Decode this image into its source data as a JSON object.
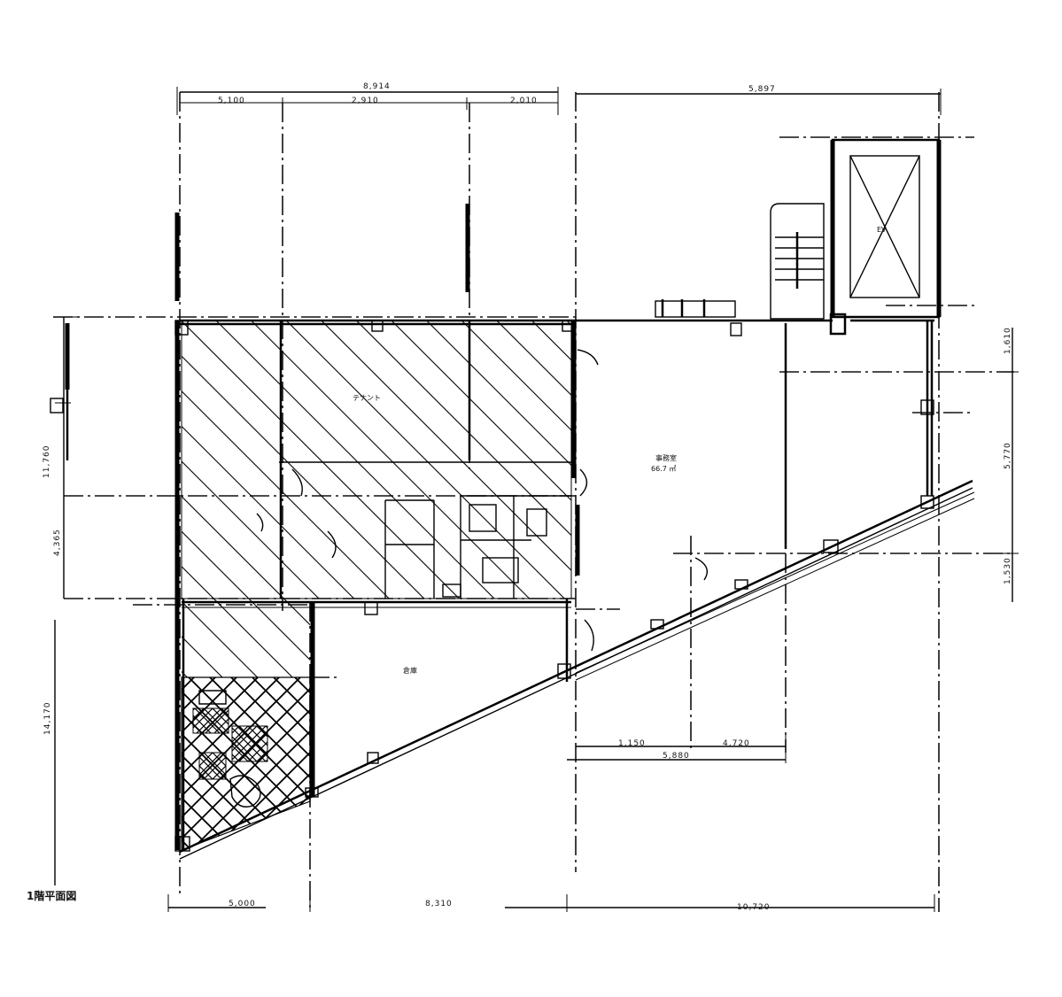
{
  "colors": {
    "ink": "#000000",
    "paper": "#ffffff"
  },
  "caption": "1階平面図",
  "dimensions": {
    "top_total": "8,914",
    "top_a": "5,100",
    "top_b": "2,910",
    "top_c": "2,010",
    "top_right": "5,897",
    "left_upper": "11,760",
    "left_mid": "4,365",
    "left_lower": "14,170",
    "right_upper": "1,610",
    "right_mid": "5,770",
    "right_lower": "1,530",
    "inner_a": "1,150",
    "inner_b": "4,720",
    "inner_total": "5,880",
    "bottom_a": "5,000",
    "bottom_b": "8,310",
    "bottom_c": "10,720"
  },
  "rooms": {
    "hatched_upper": "テナント",
    "office": "事務室",
    "office_area": "66.7 ㎡",
    "lower_room": "倉庫",
    "elevator": "EV"
  }
}
